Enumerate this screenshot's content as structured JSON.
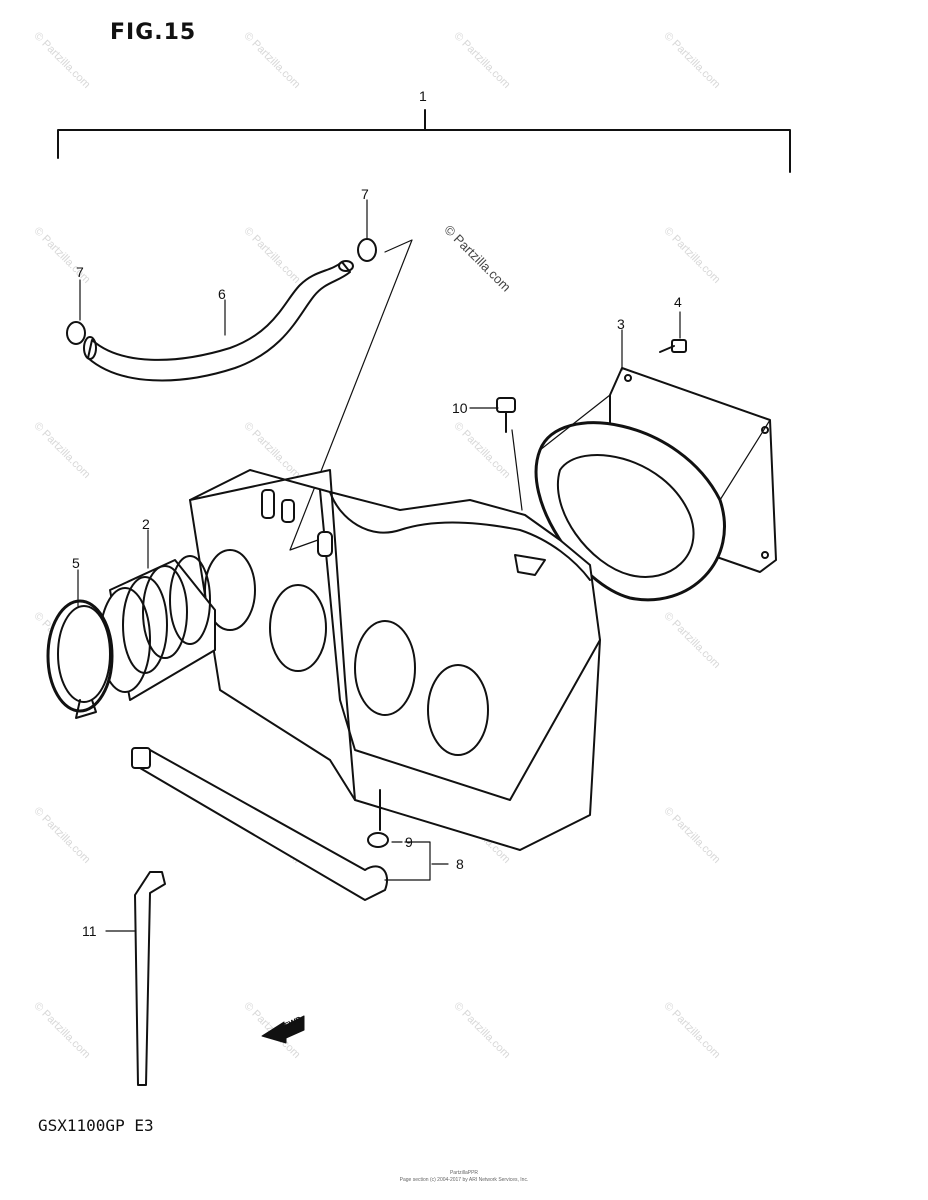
{
  "figure": {
    "title": "FIG.15",
    "model": "GSX1100GP E3",
    "watermark_main": "© Partzilla.com",
    "watermark_tile": "© Partzilla.com",
    "footer_line1": "PartzillaPPR",
    "footer_line2": "Page section (c) 2004-2017 by ARI Network Services, Inc.",
    "direction_label": "FWD"
  },
  "callouts": [
    {
      "number": "1"
    },
    {
      "number": "2"
    },
    {
      "number": "3"
    },
    {
      "number": "4"
    },
    {
      "number": "5"
    },
    {
      "number": "6"
    },
    {
      "number": "7"
    },
    {
      "number": "7"
    },
    {
      "number": "8"
    },
    {
      "number": "9"
    },
    {
      "number": "10"
    },
    {
      "number": "11"
    }
  ]
}
